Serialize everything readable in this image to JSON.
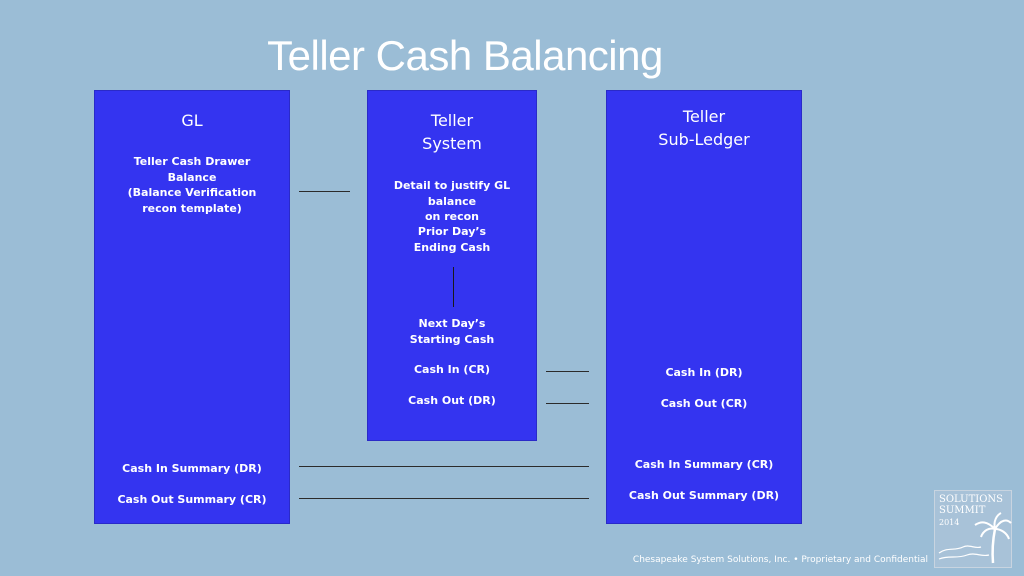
{
  "slide": {
    "title": "Teller Cash Balancing",
    "footer": "Chesapeake System Solutions, Inc.  •  Proprietary and Confidential",
    "logo": {
      "line1": "SOLUTIONS",
      "line2": "SUMMIT",
      "line3": "2014",
      "icon": "palm-tree-icon"
    }
  },
  "gl_box": {
    "heading": "GL",
    "balance_text": "Teller Cash Drawer\nBalance\n(Balance Verification\nrecon template)",
    "cash_in_summary": "Cash In Summary (DR)",
    "cash_out_summary": "Cash Out Summary (CR)"
  },
  "teller_system_box": {
    "heading": "Teller\nSystem",
    "detail_text": "Detail to justify GL balance\non recon",
    "prior_day": "Prior Day’s\nEnding Cash",
    "next_day": "Next Day’s\nStarting Cash",
    "cash_in": "Cash In (CR)",
    "cash_out": "Cash Out (DR)"
  },
  "sub_ledger_box": {
    "heading": "Teller\nSub-Ledger",
    "cash_in": "Cash In (DR)",
    "cash_out": "Cash Out (CR)",
    "cash_in_summary": "Cash In Summary (CR)",
    "cash_out_summary": "Cash Out Summary (DR)"
  },
  "colors": {
    "background": "#9bbdd6",
    "box_fill": "#3434f0",
    "text": "#ffffff",
    "connector": "#2b2b2b"
  }
}
